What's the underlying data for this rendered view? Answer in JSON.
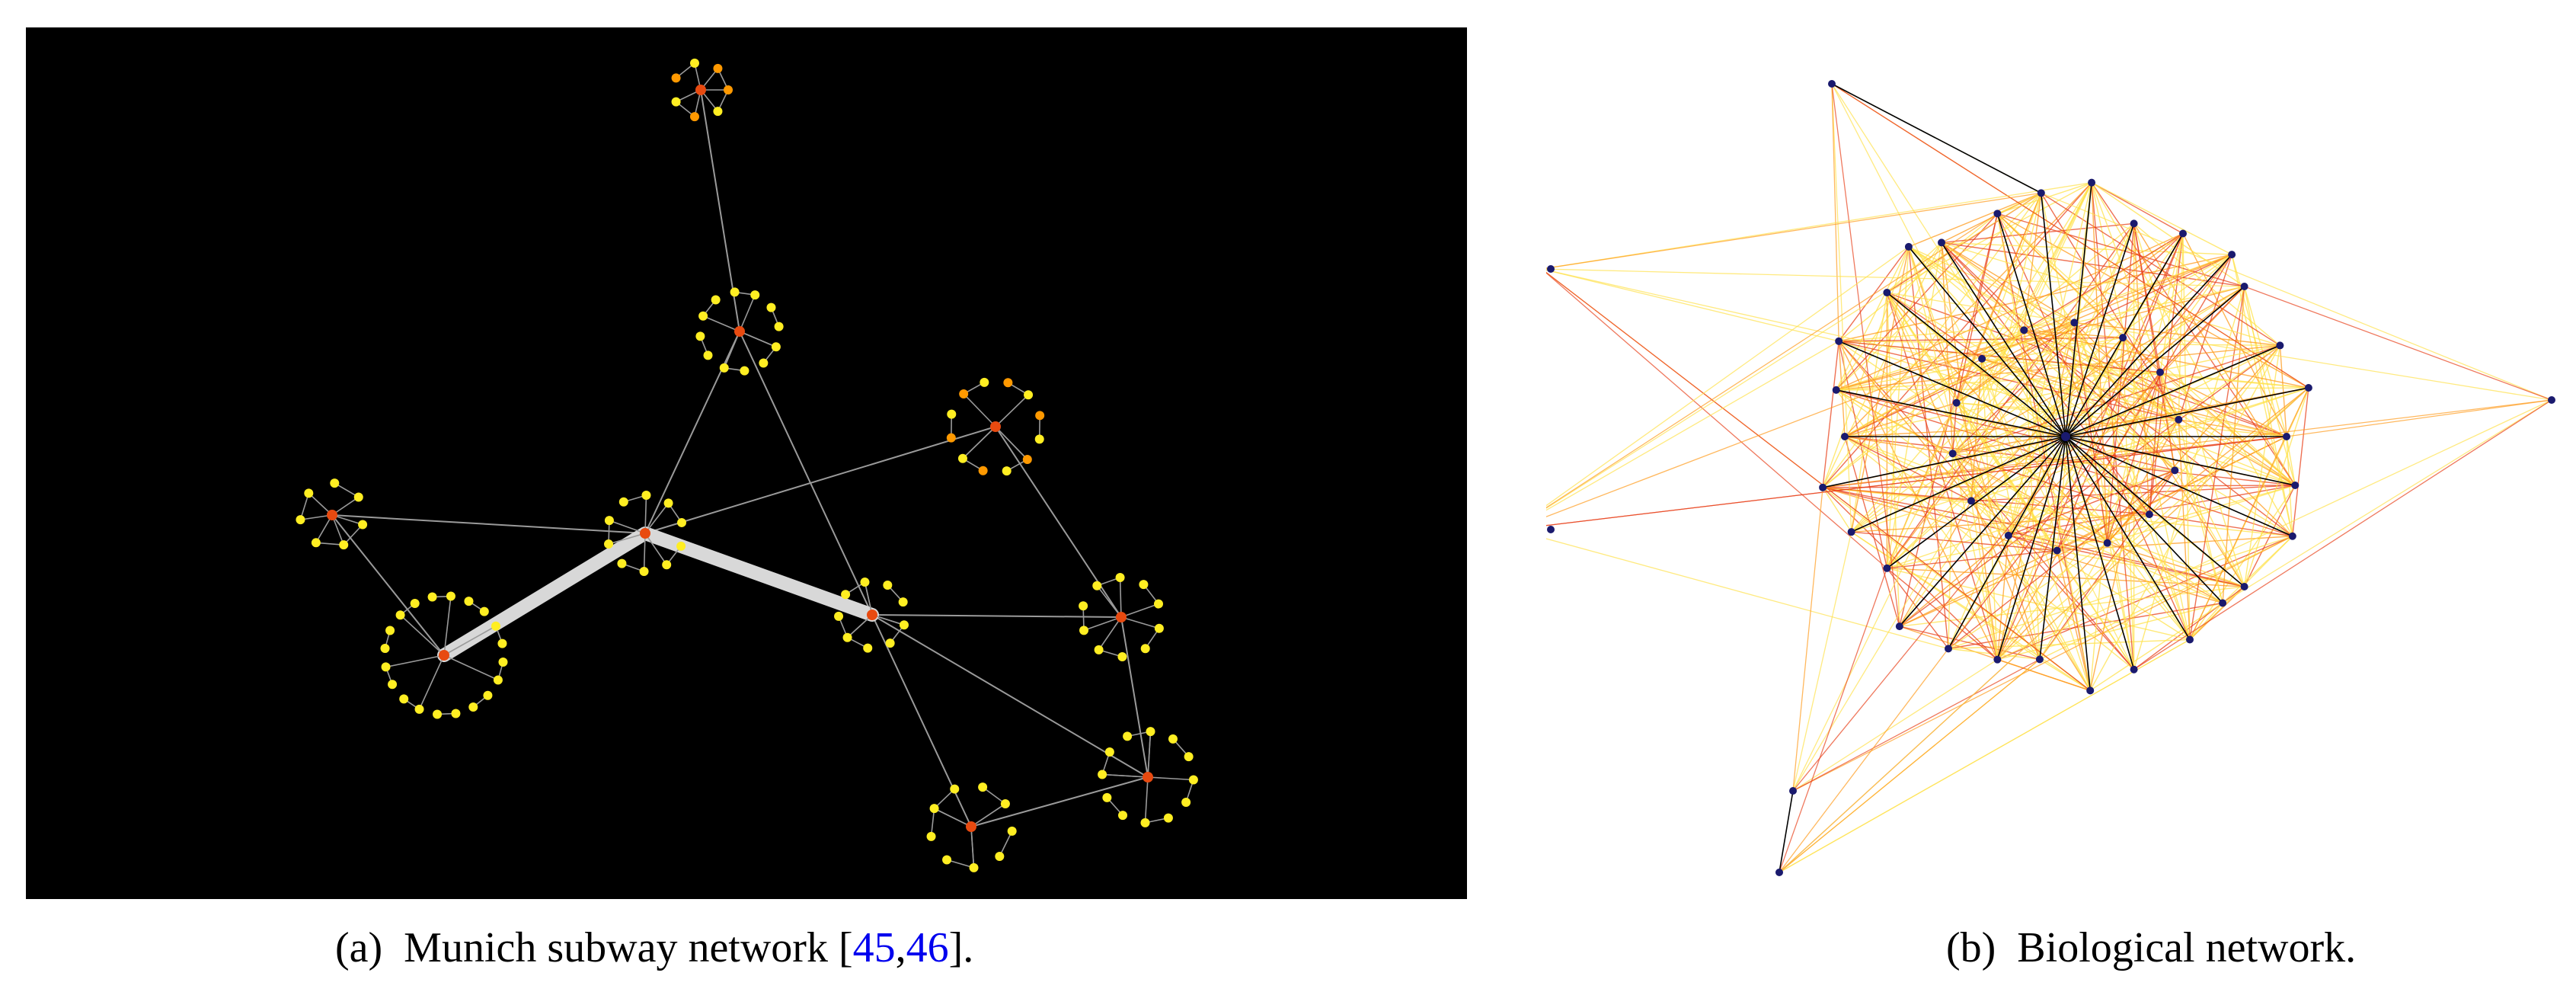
{
  "figure": {
    "panel_a": {
      "caption_label": "(a)",
      "caption_text": "Munich subway network [",
      "cite_1": "45",
      "cite_sep": ",",
      "cite_2": "46",
      "caption_end": "]."
    },
    "panel_b": {
      "caption_label": "(b)",
      "caption_text": "Biological network."
    }
  },
  "colors": {
    "panel_a_background": "#000000",
    "panel_a_edge": "#9a9a9a",
    "panel_a_highlight_path": "#d8d8d8",
    "panel_a_node_yellow": "#ffee22",
    "panel_a_node_orange": "#ff9900",
    "panel_a_node_red": "#e84a10",
    "panel_b_node": "#1a1a6e",
    "panel_b_edge_black": "#000000",
    "panel_b_edge_red": "#e8401a",
    "panel_b_edge_orange": "#ff9a1a",
    "panel_b_edge_yellow": "#ffe14a"
  }
}
